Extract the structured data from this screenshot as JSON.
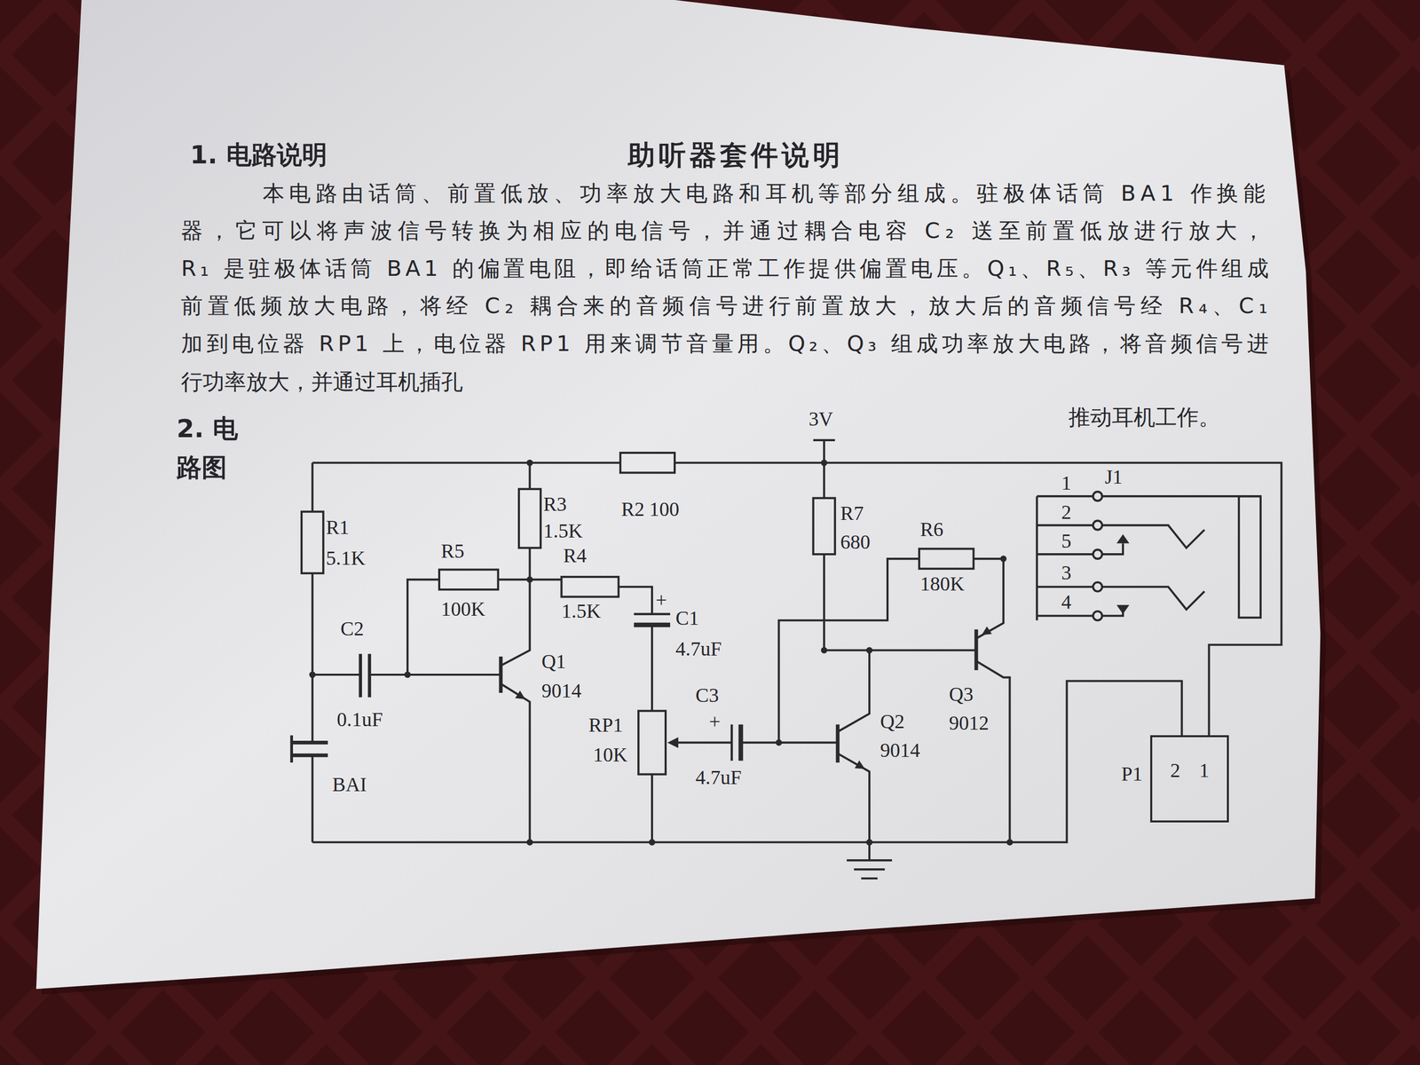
{
  "diagram": {
    "title": "助听器套件说明",
    "nodes": [
      {
        "text": [
          "P1",
          "2",
          "1"
        ]
      }
    ],
    "labels": [
      "1. 电路说明",
      "本电路由话筒、前置低放、功率放大电路和耳机等部分组成。驻极体话筒 BA1 作换能",
      "器，它可以将声波信号转换为相应的电信号，并通过耦合电容 C₂ 送至前置低放进行放大，",
      "R₁ 是驻极体话筒 BA1 的偏置电阻，即给话筒正常工作提供偏置电压。Q₁、R₅、R₃ 等元件组成",
      "前置低频放大电路，将经 C₂ 耦合来的音频信号进行前置放大，放大后的音频信号经 R₄、C₁",
      "加到电位器 RP1 上，电位器 RP1 用来调节音量用。Q₂、Q₃ 组成功率放大电路，将音频信号进",
      "行功率放大，并通过耳机插孔",
      "推动耳机工作。",
      "2. 电",
      "路图",
      "3V",
      "R1",
      "5.1K",
      "C2",
      "0.1uF",
      "BAI",
      "R3",
      "1.5K",
      "R2",
      "100",
      "R5",
      "100K",
      "R4",
      "1.5K",
      "+",
      "C1",
      "4.7uF",
      "Q1",
      "9014",
      "RP1",
      "10K",
      "C3",
      "+",
      "4.7uF",
      "R7",
      "680",
      "R6",
      "180K",
      "Q2",
      "9014",
      "Q3",
      "9012",
      "J1",
      "1",
      "2",
      "5",
      "3",
      "4"
    ]
  }
}
